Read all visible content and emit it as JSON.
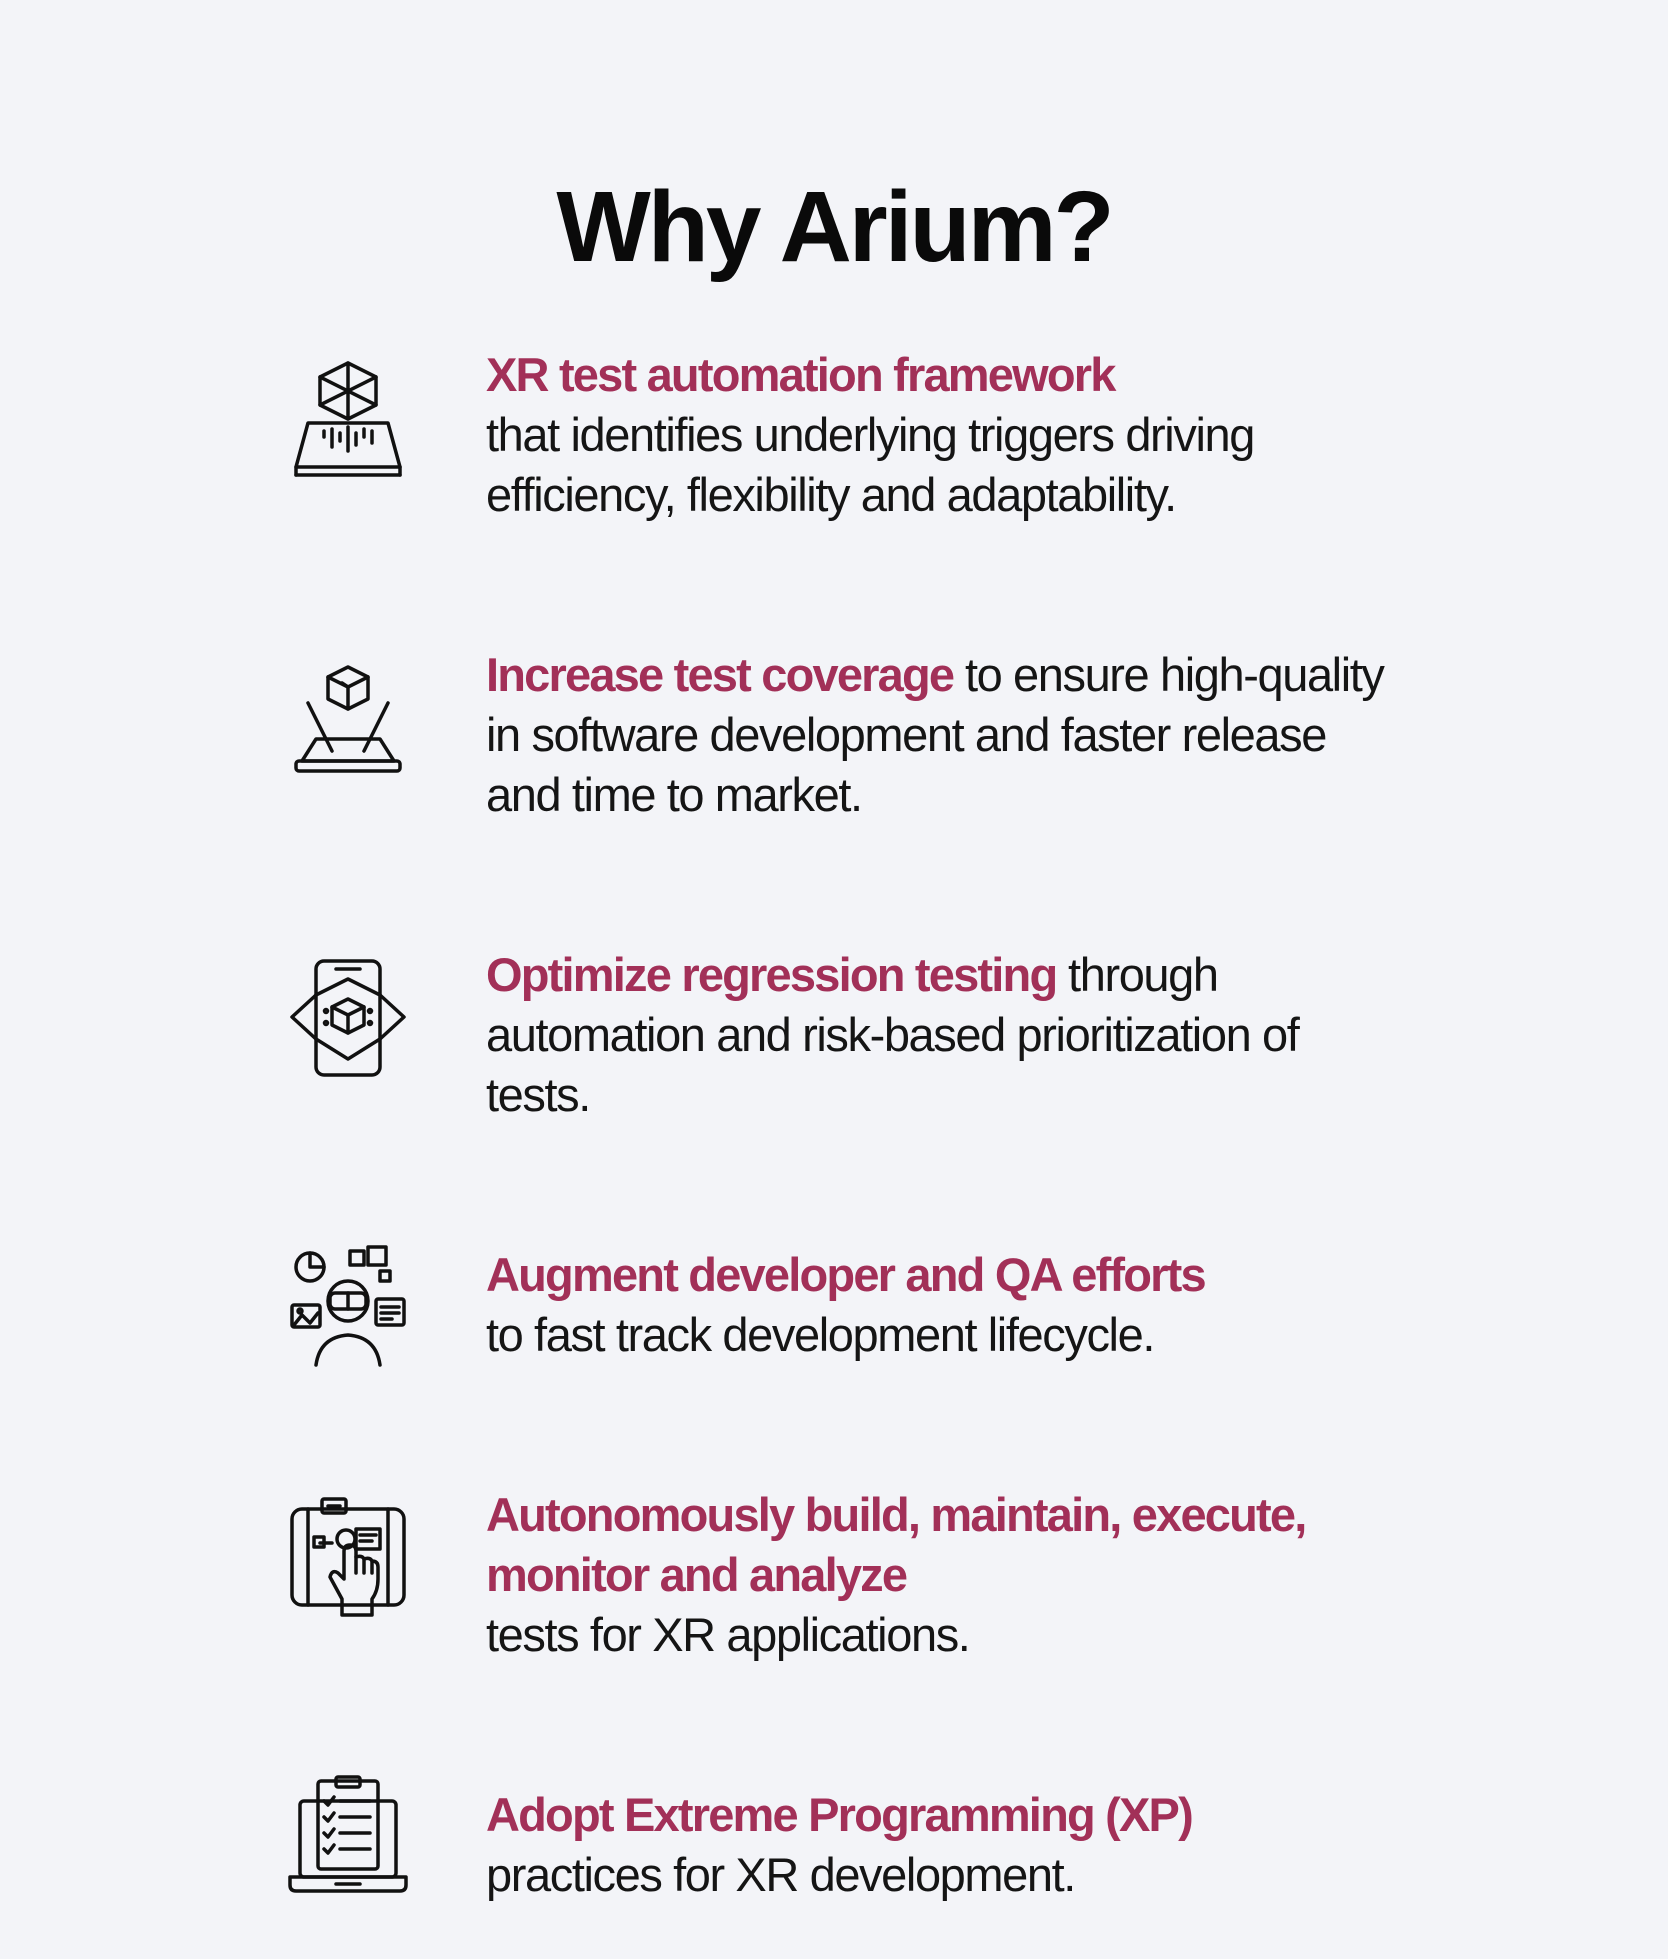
{
  "title": "Why Arium?",
  "colors": {
    "background": "#f3f4f8",
    "accent": "#a23058",
    "text": "#151515"
  },
  "features": [
    {
      "icon": "hologram-cube-icon",
      "highlight": "XR test automation framework",
      "text": "that identifies underlying triggers driving efficiency, flexibility and adaptability."
    },
    {
      "icon": "tablet-projection-cube-icon",
      "highlight": "Increase test coverage",
      "text": "to ensure high-quality in software development and faster release and time to market."
    },
    {
      "icon": "phone-cube-icon",
      "highlight": "Optimize regression testing",
      "text": "through automation and risk-based prioritization of tests."
    },
    {
      "icon": "vr-headset-user-icon",
      "highlight": "Augment developer and QA efforts",
      "text": "to fast track development lifecycle."
    },
    {
      "icon": "touch-screen-hand-icon",
      "highlight": "Autonomously build, maintain, execute, monitor and analyze",
      "text": "tests for XR applications."
    },
    {
      "icon": "laptop-checklist-icon",
      "highlight": "Adopt Extreme Programming (XP)",
      "text": "practices for XR development."
    }
  ]
}
